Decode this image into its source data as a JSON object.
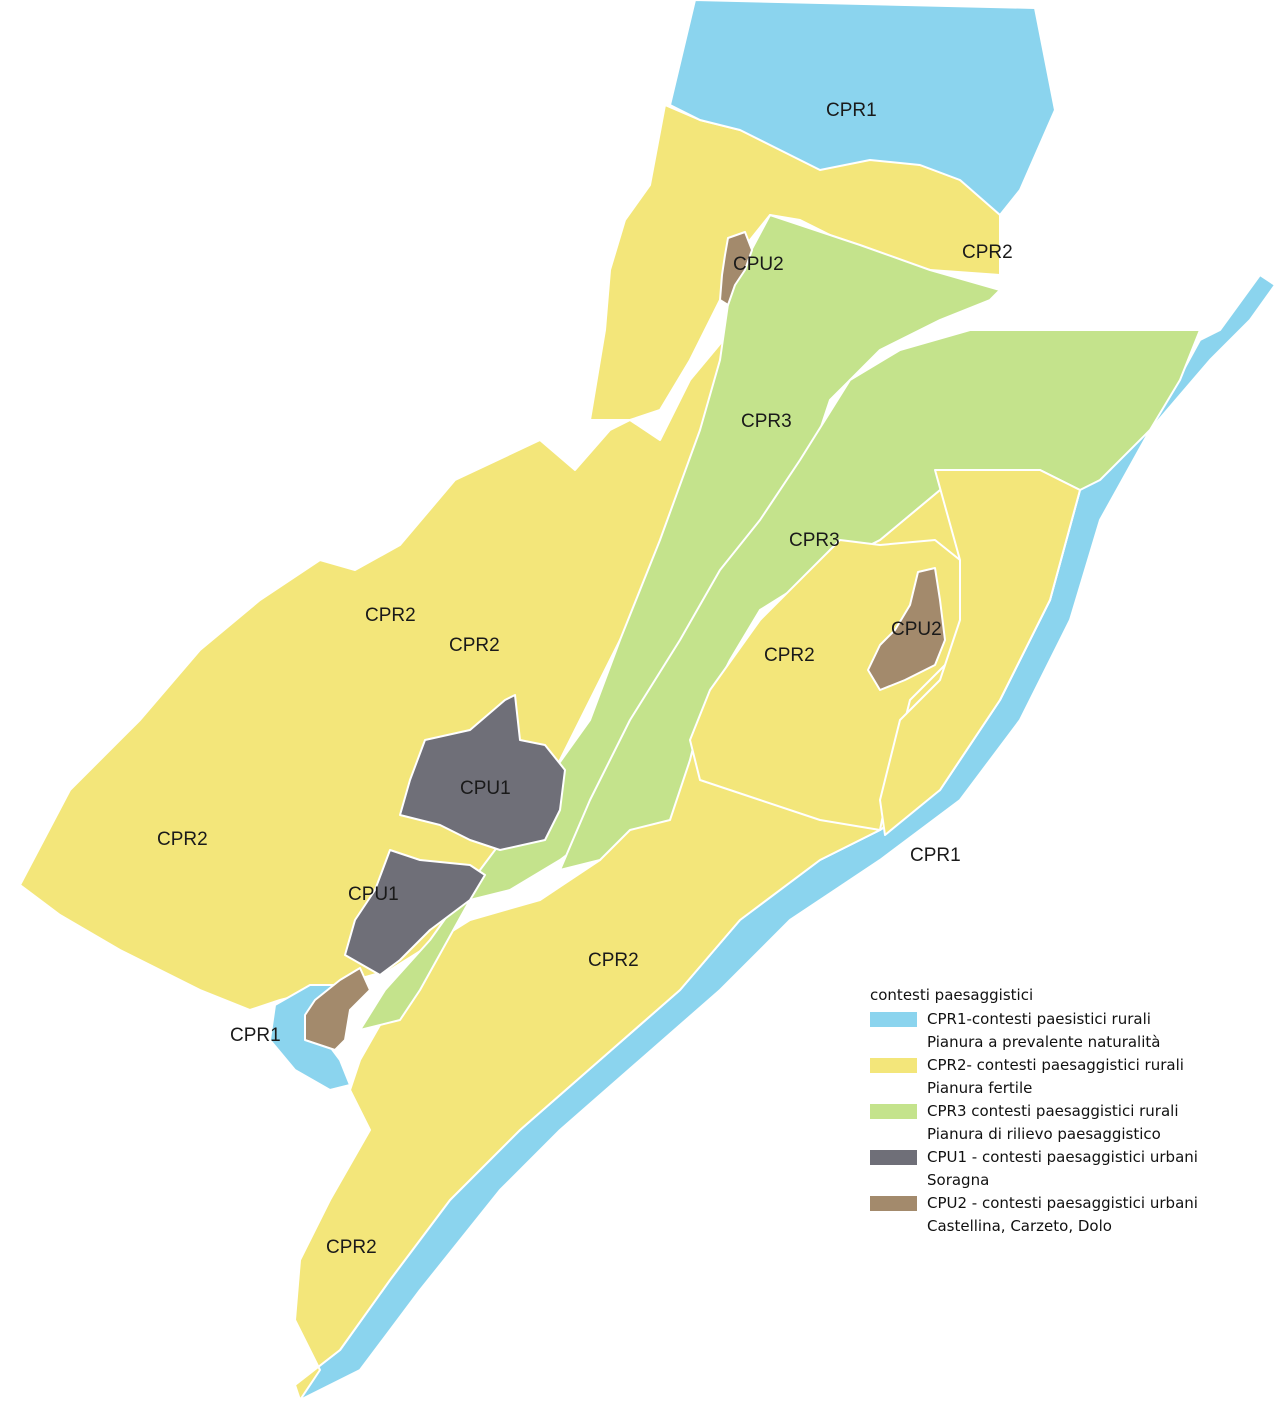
{
  "colors": {
    "CPR1": "#8bd4ee",
    "CPR2": "#f3e67a",
    "CPR3": "#c4e38c",
    "CPU1": "#6f6f78",
    "CPU2": "#a38a6c",
    "border": "#ffffff"
  },
  "map_labels": {
    "cpr1_top": "CPR1",
    "cpr2_top": "CPR2",
    "cpu2_top": "CPU2",
    "cpr3_a": "CPR3",
    "cpr3_b": "CPR3",
    "cpr2_mid_a": "CPR2",
    "cpr2_mid_b": "CPR2",
    "cpu2_right": "CPU2",
    "cpr2_right": "CPR2",
    "cpu1_a": "CPU1",
    "cpr2_west": "CPR2",
    "cpr1_right": "CPR1",
    "cpu1_b": "CPU1",
    "cpr2_center": "CPR2",
    "cpr1_left": "CPR1",
    "cpr2_bottom": "CPR2"
  },
  "legend": {
    "title": "contesti paesaggistici",
    "items": [
      {
        "key": "CPR1",
        "line1": "CPR1-contesti paesistici rurali",
        "line2": "Pianura a prevalente naturalità"
      },
      {
        "key": "CPR2",
        "line1": "CPR2- contesti paesaggistici rurali",
        "line2": "Pianura fertile"
      },
      {
        "key": "CPR3",
        "line1": "CPR3 contesti paesaggistici rurali",
        "line2": "Pianura di rilievo paesaggistico"
      },
      {
        "key": "CPU1",
        "line1": "CPU1 - contesti paesaggistici urbani",
        "line2": "Soragna"
      },
      {
        "key": "CPU2",
        "line1": "CPU2 - contesti paesaggistici urbani",
        "line2": "Castellina, Carzeto, Dolo"
      }
    ]
  }
}
